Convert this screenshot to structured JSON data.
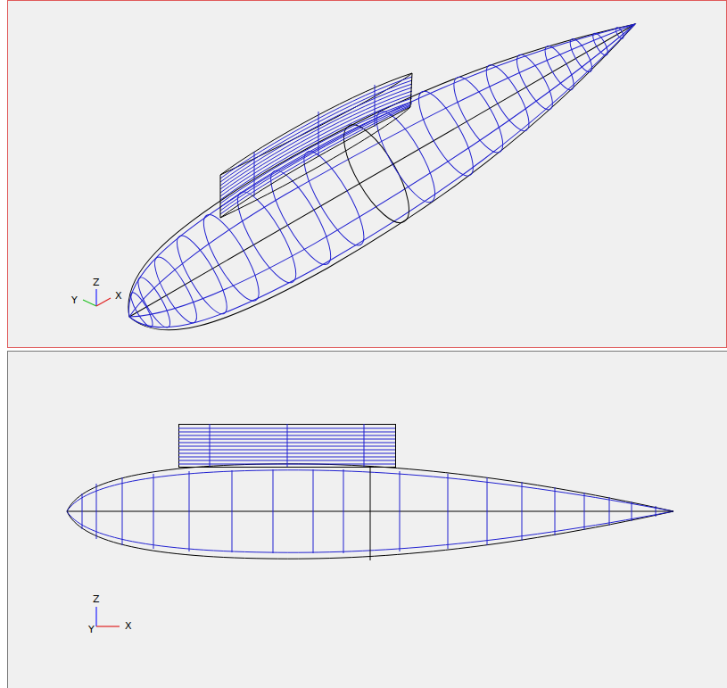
{
  "diagram": {
    "labels": [
      "Y",
      "Z",
      "X",
      "Z",
      "Y",
      "X"
    ]
  }
}
